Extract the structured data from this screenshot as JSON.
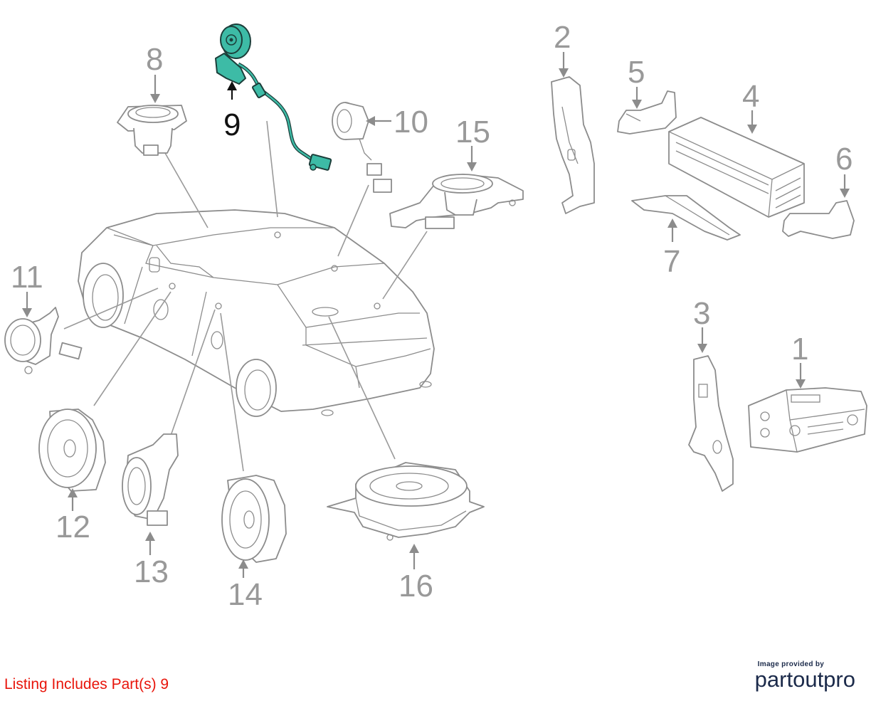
{
  "diagram": {
    "callouts": [
      {
        "id": "1",
        "label": "1"
      },
      {
        "id": "2",
        "label": "2"
      },
      {
        "id": "3",
        "label": "3"
      },
      {
        "id": "4",
        "label": "4"
      },
      {
        "id": "5",
        "label": "5"
      },
      {
        "id": "6",
        "label": "6"
      },
      {
        "id": "7",
        "label": "7"
      },
      {
        "id": "8",
        "label": "8"
      },
      {
        "id": "9",
        "label": "9",
        "highlighted": true
      },
      {
        "id": "10",
        "label": "10"
      },
      {
        "id": "11",
        "label": "11"
      },
      {
        "id": "12",
        "label": "12"
      },
      {
        "id": "13",
        "label": "13"
      },
      {
        "id": "14",
        "label": "14"
      },
      {
        "id": "15",
        "label": "15"
      },
      {
        "id": "16",
        "label": "16"
      }
    ],
    "highlight_color": "#3dbba6",
    "line_color": "#9a9a9a"
  },
  "listing": {
    "text": "Listing Includes Part(s) 9",
    "color": "#e8150b"
  },
  "brand": {
    "provided_by": "Image provided by",
    "name": "partoutpro"
  }
}
